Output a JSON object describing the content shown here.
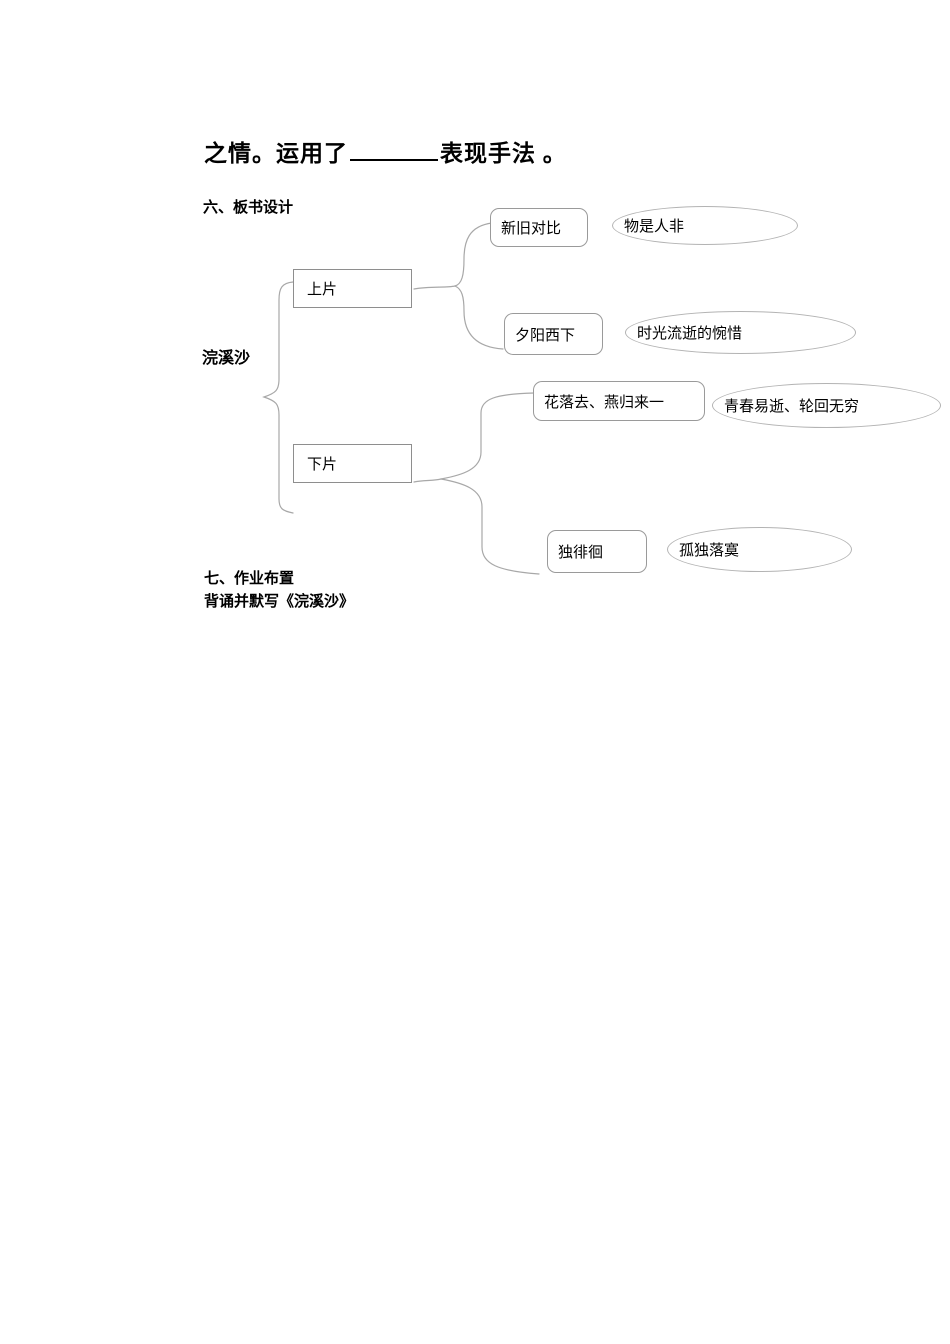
{
  "document": {
    "intro_line": {
      "text_before_blank": "之情。运用了",
      "blank": "________",
      "text_after_blank": "表现手法 。"
    },
    "board_design_title": "六、板书设计",
    "homework_title": "七、作业布置",
    "homework_text": "背诵并默写《浣溪沙》"
  },
  "diagram": {
    "root": "浣溪沙",
    "branches": [
      {
        "node": "上片",
        "children": [
          {
            "box": "新旧对比",
            "note": "物是人非"
          },
          {
            "box": "夕阳西下",
            "note": "时光流逝的惋惜"
          }
        ]
      },
      {
        "node": "下片",
        "children": [
          {
            "box": "花落去、燕归来一",
            "note": "青春易逝、轮回无穷"
          },
          {
            "box": "独徘徊",
            "note": "孤独落寞"
          }
        ]
      }
    ],
    "colors": {
      "connector_line": "#a8a8a8",
      "rect_border": "#8e8e8e",
      "rounded_box_border": "#9a9a9a",
      "ellipse_border": "#b3b3b3",
      "text": "#000000",
      "page_background": "#ffffff"
    }
  }
}
